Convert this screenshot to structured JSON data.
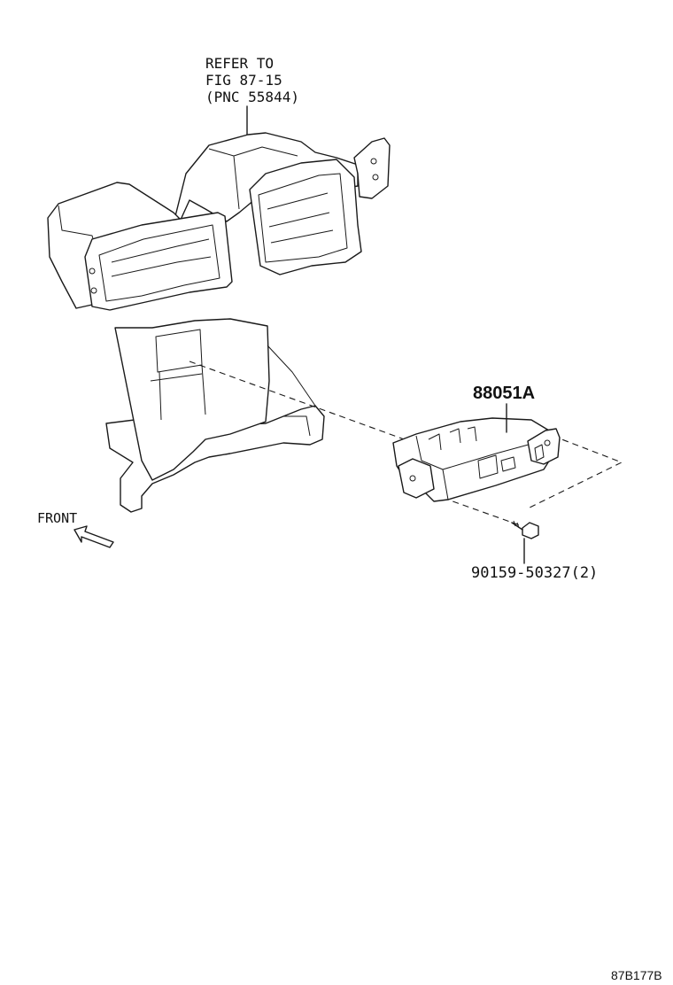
{
  "labels": {
    "refer_line1": "REFER TO",
    "refer_line2": "FIG 87-15",
    "refer_line3": "(PNC 55844)",
    "part_main": "88051A",
    "part_bolt": "90159-50327(2)",
    "front": "FRONT",
    "figure_code": "87B177B"
  },
  "icons": {
    "front_arrow": "front-arrow-icon"
  },
  "colors": {
    "line": "#1a1a1a",
    "background": "#ffffff"
  }
}
